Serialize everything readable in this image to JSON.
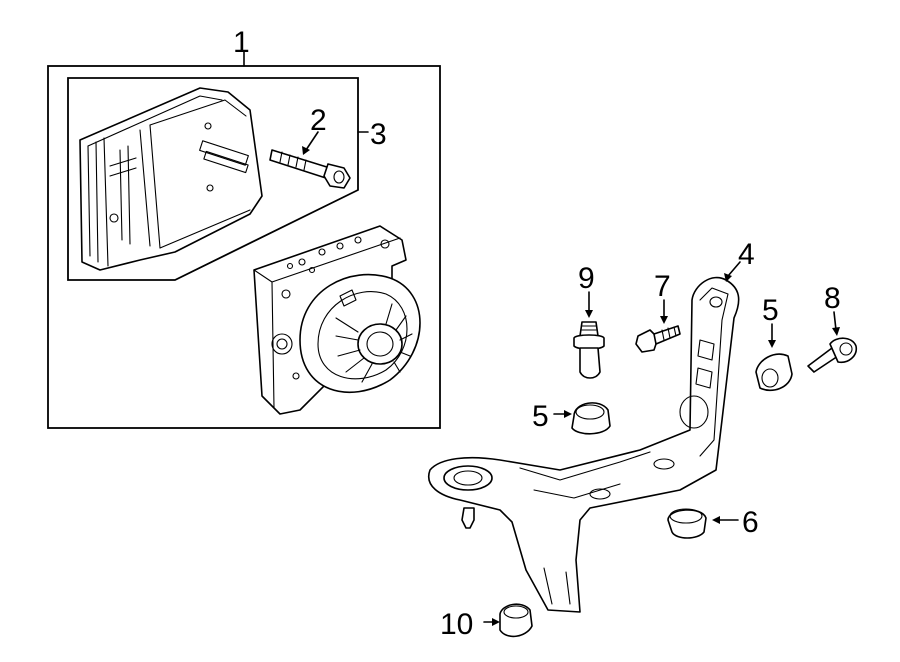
{
  "diagram": {
    "callouts": {
      "c1": "1",
      "c2": "2",
      "c3": "3",
      "c4": "4",
      "c5a": "5",
      "c5b": "5",
      "c6": "6",
      "c7": "7",
      "c8": "8",
      "c9": "9",
      "c10": "10"
    },
    "line_color": "#000000",
    "background": "#ffffff"
  }
}
